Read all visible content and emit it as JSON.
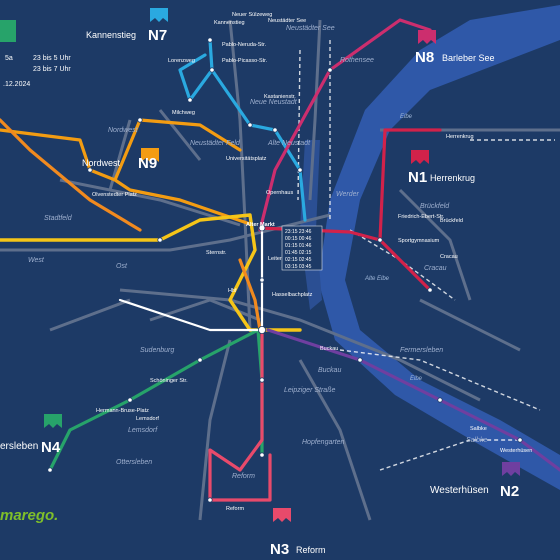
{
  "colors": {
    "background": "#1d3a66",
    "grey_rail": "#5e6f8c",
    "water": "#2f58a8",
    "N1": "#d2224a",
    "N2": "#6f3fa0",
    "N3": "#e84a6b",
    "N4": "#27a36a",
    "N5": "#f5c518",
    "N6": "#f18a1f",
    "N7": "#2aa9e0",
    "N8": "#cc2e6e",
    "N9": "#f39c12",
    "brand": "#7fbf2a"
  },
  "header": {
    "tab_label": "",
    "times": [
      "23 bis 5 Uhr",
      "23 bis 7 Uhr"
    ],
    "line_prefix": "5a",
    "date": ".12.2024",
    "brand": "marego."
  },
  "night_lines": [
    {
      "id": "N7",
      "name": "Kannenstieg",
      "color": "#2aa9e0",
      "icon": "bus-stop-flag-icon"
    },
    {
      "id": "N8",
      "name": "Barleber See",
      "color": "#cc2e6e",
      "icon": "bus-stop-flag-icon"
    },
    {
      "id": "N9",
      "name": "Nordwest",
      "color": "#f39c12",
      "icon": "bus-stop-flag-icon"
    },
    {
      "id": "N1",
      "name": "Herrenkrug",
      "color": "#d2224a",
      "icon": "bus-stop-flag-icon"
    },
    {
      "id": "N4",
      "name": "ersleben",
      "color": "#27a36a",
      "icon": "bus-stop-flag-icon"
    },
    {
      "id": "N3",
      "name": "Reform",
      "color": "#e84a6b",
      "icon": "bus-stop-flag-icon"
    },
    {
      "id": "N2",
      "name": "Westerhüsen",
      "color": "#6f3fa0",
      "icon": "bus-stop-flag-icon"
    }
  ],
  "districts": [
    "Neue Neustadt",
    "Neustädter See",
    "Rothensee",
    "Alte Neustadt",
    "Nordwest",
    "Neustädter Feld",
    "Stadtfeld",
    "West",
    "Ost",
    "Werder",
    "Brückfeld",
    "Cracau",
    "Sudenburg",
    "Buckau",
    "Fermersleben",
    "Lemsdorf",
    "Leipziger Straße",
    "Hopfengarten",
    "Reform",
    "Ottersleben",
    "Salbke"
  ],
  "rivers": [
    "Elbe",
    "Alte Elbe",
    "Elbe"
  ],
  "stops": [
    "Kannenstieg",
    "Neuer Sülzeweg",
    "Neustädter See",
    "Pablo-Neruda-Str.",
    "Lorenzweg",
    "Pablo-Picasso-Str.",
    "Kastanienstr.",
    "Milchweg",
    "Olvenstedter Platz",
    "Sternstr.",
    "Hbf",
    "Alter Markt",
    "Universitätsplatz",
    "Opernhaus",
    "Hasselbachplatz",
    "Leiterstr.",
    "Buckau",
    "Brückfeld",
    "Cracau",
    "Herrenkrug",
    "Sportgymnasium",
    "Friedrich-Ebert-Str.",
    "Westerhüsen",
    "Salbke",
    "Reform",
    "Lemsdorf",
    "Hermann-Bruse-Platz",
    "Schöninger Str."
  ],
  "timetable": [
    "23:15  23:46",
    "00:15  00:46",
    "01:15  01:46",
    "01:45  02:15",
    "02:15  02:45",
    "03:15  03:45"
  ]
}
